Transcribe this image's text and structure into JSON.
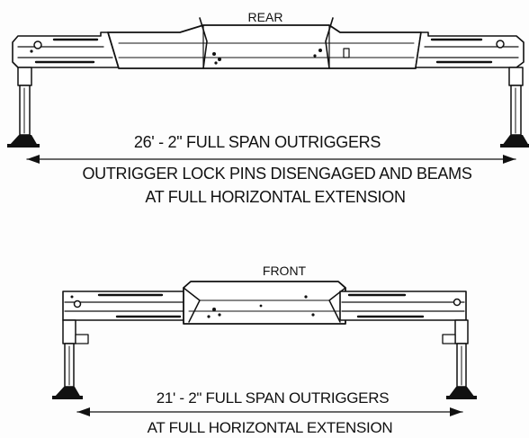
{
  "rear": {
    "title": "REAR",
    "span_label": "26' - 2\" FULL SPAN OUTRIGGERS",
    "note_line1": "OUTRIGGER LOCK PINS DISENGAGED AND BEAMS",
    "note_line2": "AT FULL HORIZONTAL EXTENSION"
  },
  "front": {
    "title": "FRONT",
    "span_label": "21' - 2\" FULL SPAN OUTRIGGERS",
    "note_line1": "AT FULL HORIZONTAL EXTENSION"
  }
}
